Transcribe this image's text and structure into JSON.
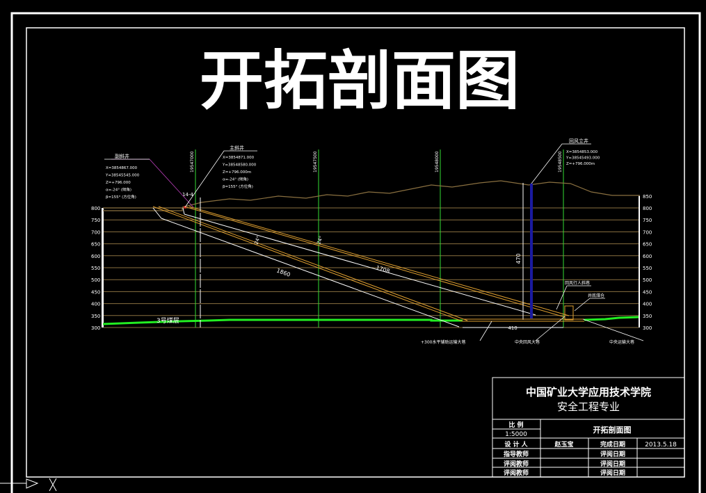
{
  "title": "开拓剖面图",
  "colors": {
    "background": "#000000",
    "frame": "#ffffff",
    "grid": "#8a7040",
    "ground": "#8a7040",
    "shaft_lines": "#e0a030",
    "section_lines": "#ffffff",
    "grid_verticals": "#33dd33",
    "coal_seam": "#22ee22",
    "air_shaft": "#1a1aa0",
    "aux_leader": "#c040c0"
  },
  "elevation_axis": {
    "left_ticks": [
      "800",
      "750",
      "700",
      "650",
      "600",
      "550",
      "500",
      "450",
      "400",
      "350",
      "300"
    ],
    "right_ticks": [
      "850",
      "800",
      "750",
      "700",
      "650",
      "600",
      "550",
      "500",
      "450",
      "400",
      "350",
      "300"
    ]
  },
  "grid_verticals": [
    "19547000",
    "19547500",
    "19548000",
    "19548500"
  ],
  "aux_incline": {
    "name": "副斜井",
    "lines": [
      "X=3854867.000",
      "Y=38545545.000",
      "Z=+796.000",
      "α=-24° (倾角)",
      "β=155° (方位角)"
    ]
  },
  "main_incline": {
    "name": "主斜井",
    "lines": [
      "X=3854871.000",
      "Y=38548580.000",
      "Z=+796.000m",
      "α=-24° (倾角)",
      "β=155° (方位角)"
    ]
  },
  "air_shaft": {
    "name": "回风立井",
    "lines": [
      "X=3854853.000",
      "Y=38545493.000",
      "Z=+796.000m"
    ]
  },
  "dimensions": {
    "aux_length": "1860",
    "main_length": "1708",
    "shaft_depth": "470",
    "bottom_length": "410",
    "angle_1": "24°",
    "angle_2": "24°",
    "marker": "14-4"
  },
  "coal_seam_label": "3号煤层",
  "callouts": [
    "+300水平辅助运输大巷",
    "中央回风大巷",
    "中央运输大巷",
    "回风行人斜巷",
    "井底煤仓"
  ],
  "title_block": {
    "school": "中国矿业大学应用技术学院",
    "major": "安全工程专业",
    "scale_label": "比    例",
    "scale": "1:5000",
    "drawing_name": "开拓剖面图",
    "rows": [
      {
        "role": "设 计 人",
        "name": "赵玉宝",
        "date_label": "完成日期",
        "date": "2013.5.18"
      },
      {
        "role": "指导教师",
        "name": "",
        "date_label": "评阅日期",
        "date": ""
      },
      {
        "role": "评阅教师",
        "name": "",
        "date_label": "评阅日期",
        "date": ""
      },
      {
        "role": "评阅教师",
        "name": "",
        "date_label": "评阅日期",
        "date": ""
      }
    ]
  }
}
